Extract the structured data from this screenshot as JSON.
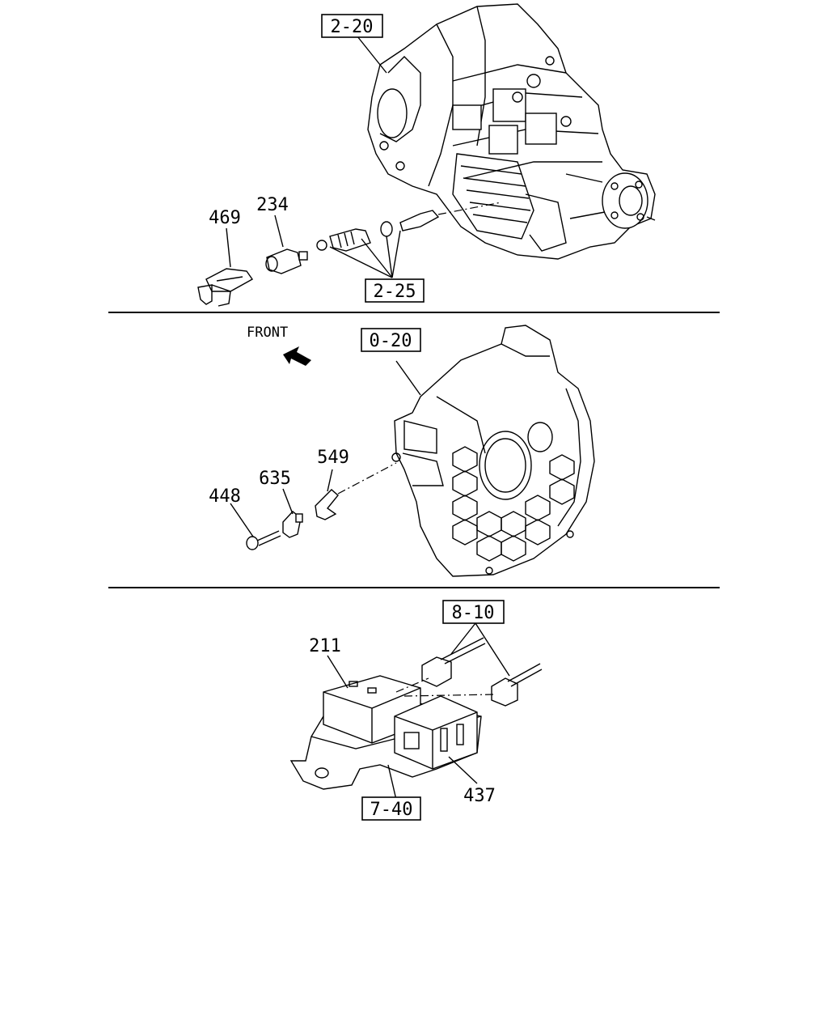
{
  "sections": {
    "top": {
      "refs": {
        "transmission": "2-20",
        "switch_group": "2-25"
      },
      "parts": {
        "p469": "469",
        "p234": "234"
      }
    },
    "middle": {
      "front_label": "FRONT",
      "refs": {
        "housing": "0-20"
      },
      "parts": {
        "p549": "549",
        "p635": "635",
        "p448": "448"
      }
    },
    "bottom": {
      "refs": {
        "harness": "8-10",
        "bracket": "7-40"
      },
      "parts": {
        "p211": "211",
        "p437": "437"
      }
    }
  }
}
